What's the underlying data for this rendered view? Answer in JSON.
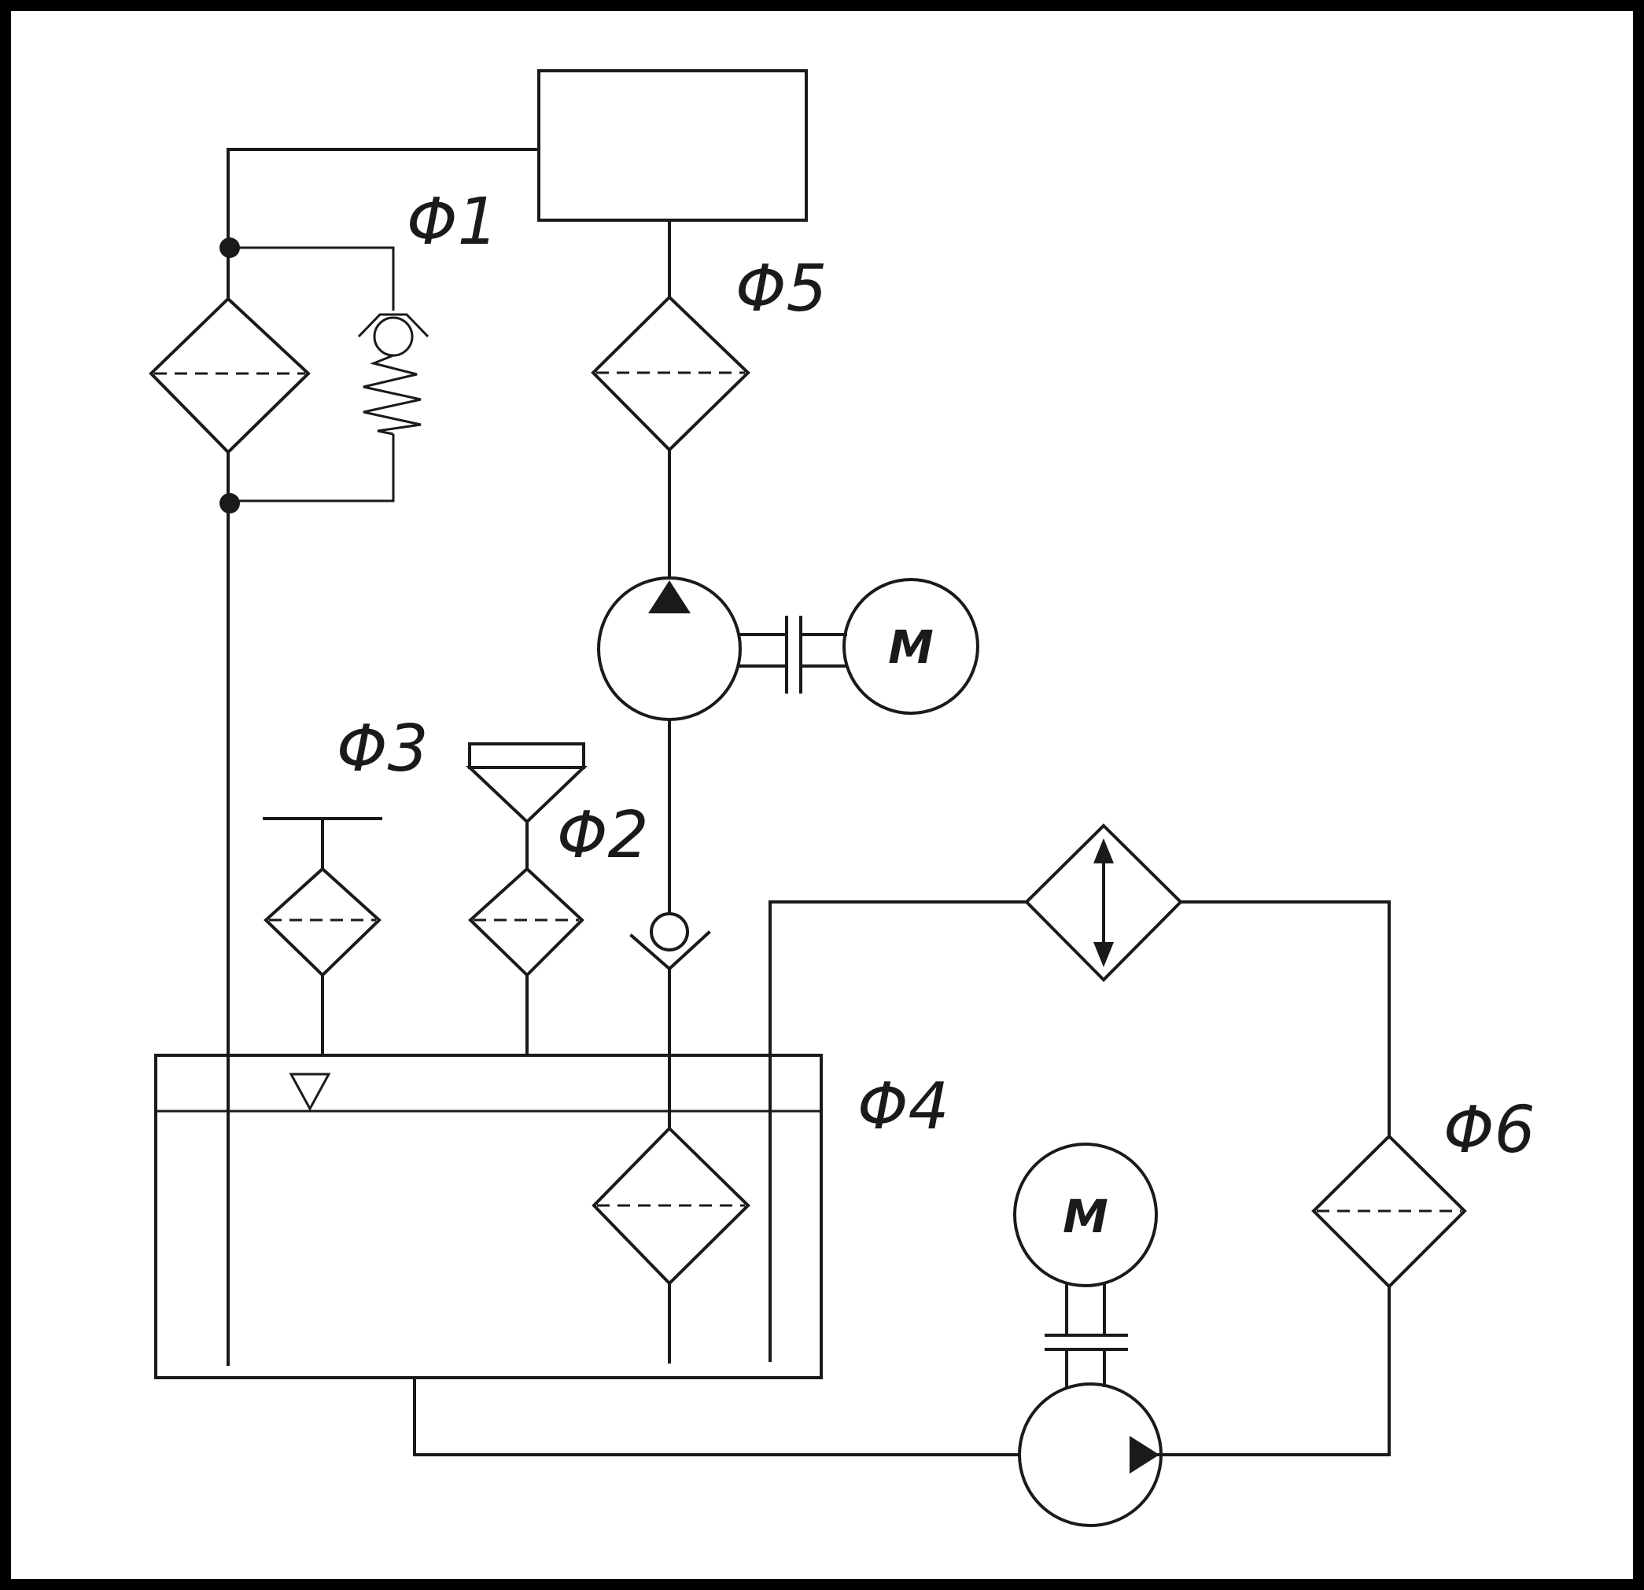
{
  "labels": {
    "f1": "Φ1",
    "f2": "Φ2",
    "f3": "Φ3",
    "f4": "Φ4",
    "f5": "Φ5",
    "f6": "Φ6"
  },
  "motors": {
    "main_motor": "M",
    "cooling_motor": "M"
  },
  "colors": {
    "frame": "#000000",
    "background": "#ffffff",
    "ink": "#1a1a1a"
  }
}
